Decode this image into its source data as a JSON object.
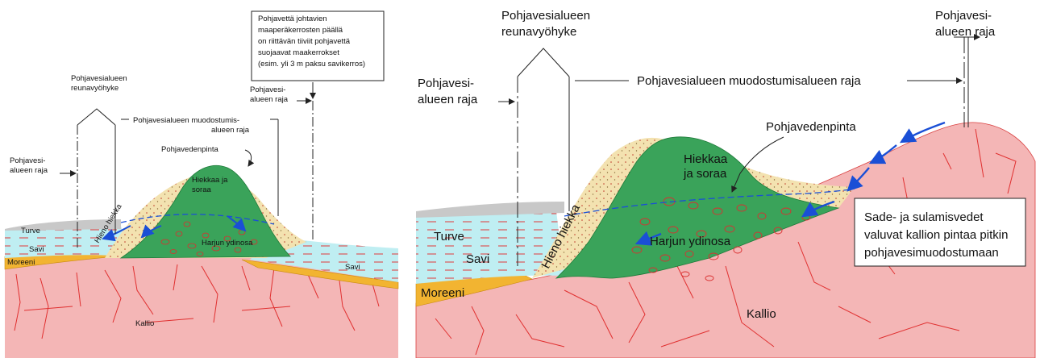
{
  "left_panel": {
    "labels": {
      "note": [
        "Pohjavettä johtavien",
        "maaperäkerrosten päällä",
        "on riittävän tiiviit pohjavettä",
        "suojaavat maakerrokset",
        "(esim. yli 3 m paksu savikerros)"
      ],
      "reunavyohyke": [
        "Pohjavesialueen",
        "reunavyöhyke"
      ],
      "raja_right": [
        "Pohjavesi-",
        "alueen raja"
      ],
      "muodostumis": [
        "Pohjavesialueen muodostumis-",
        "alueen raja"
      ],
      "raja_left": [
        "Pohjavesi-",
        "alueen raja"
      ],
      "pohjavedenpinta": "Pohjavedenpinta",
      "hiekkaa": [
        "Hiekkaa ja",
        "soraa"
      ],
      "turve": "Turve",
      "hieno_hiekka": "Hieno hiekka",
      "savi_left": "Savi",
      "savi_right": "Savi",
      "ydinosa": "Harjun ydinosa",
      "moreeni": "Moreeni",
      "kallio": "Kallio"
    }
  },
  "right_panel": {
    "labels": {
      "reunavyohyke": [
        "Pohjavesialueen",
        "reunavyöhyke"
      ],
      "raja_right": [
        "Pohjavesi-",
        "alueen raja"
      ],
      "raja_left": [
        "Pohjavesi-",
        "alueen raja"
      ],
      "muodostumis": "Pohjavesialueen muodostumisalueen raja",
      "pohjavedenpinta": "Pohjavedenpinta",
      "hiekkaa": [
        "Hiekkaa",
        "ja soraa"
      ],
      "turve": "Turve",
      "savi": "Savi",
      "hieno_hiekka": "Hieno hiekka",
      "ydinosa": "Harjun ydinosa",
      "moreeni": "Moreeni",
      "kallio": "Kallio",
      "note": [
        "Sade- ja sulamisvedet",
        "valuvat kallion pintaa pitkin",
        "pohjavesimuodostumaan"
      ]
    }
  },
  "colors": {
    "bedrock": "#f4b6b6",
    "fracture": "#e03030",
    "esker_core": "#3aa35a",
    "sand": "#f3e2b0",
    "clay": "#bfeef2",
    "peat": "#c8c8c8",
    "till": "#f2b431",
    "water_arrow": "#1a4fd6"
  }
}
